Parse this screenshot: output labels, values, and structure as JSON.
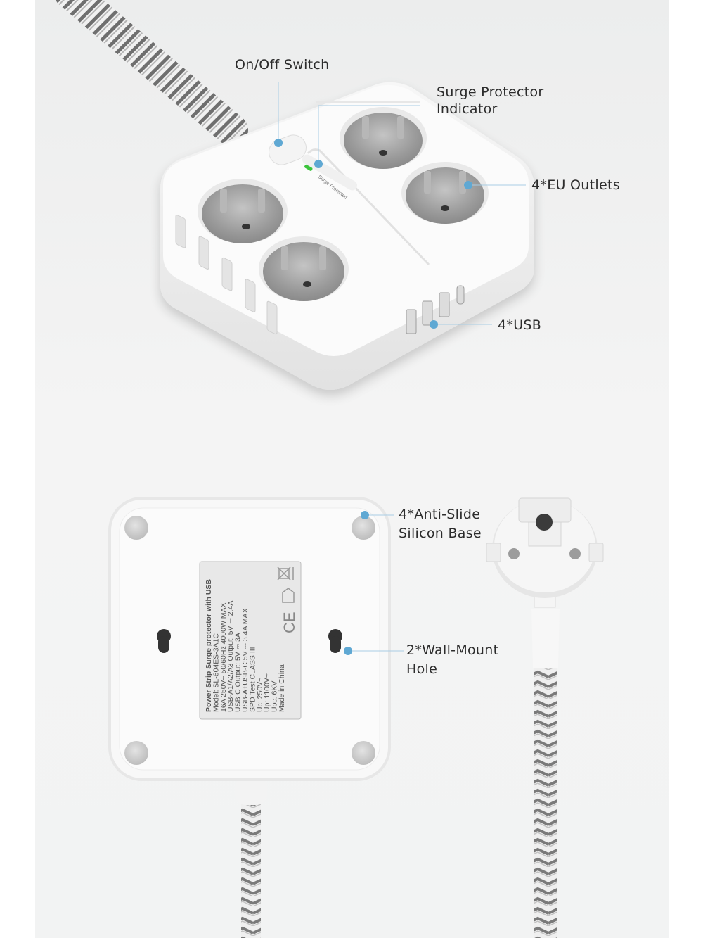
{
  "callouts": {
    "switch": "On/Off Switch",
    "surge_line1": "Surge Protector",
    "surge_line2": "Indicator",
    "eu_outlets": "4*EU Outlets",
    "usb": "4*USB",
    "antislide_line1": "4*Anti-Slide",
    "antislide_line2": "Silicon Base",
    "wallmount_line1": "2*Wall-Mount",
    "wallmount_line2": "Hole"
  },
  "indicator_text": "Surge Protected",
  "spec_label": [
    "Power Strip Surge protector with USB",
    "Model: SL-604ES-3A1C",
    "16A 250V~ 50/60Hz 4000W MAX",
    "USB-A1/A2/A3 Output: 5V ⎓ 2.4A",
    "USB-C Output: 5V ⎓ 3A",
    "USB-A+USB-C:5V ⎓ 3.4A MAX",
    "SPD Test CLASS III",
    "Uc: 250V~",
    "Up: 1100V~",
    "Uoc: 6KV",
    "Made in China"
  ],
  "cert_marks": [
    "CE"
  ],
  "colors": {
    "accent_dot": "#5fa8d3",
    "indicator_green": "#3cc43c",
    "body_white": "#fbfbfb",
    "socket_gray": "#9a9a9a"
  }
}
